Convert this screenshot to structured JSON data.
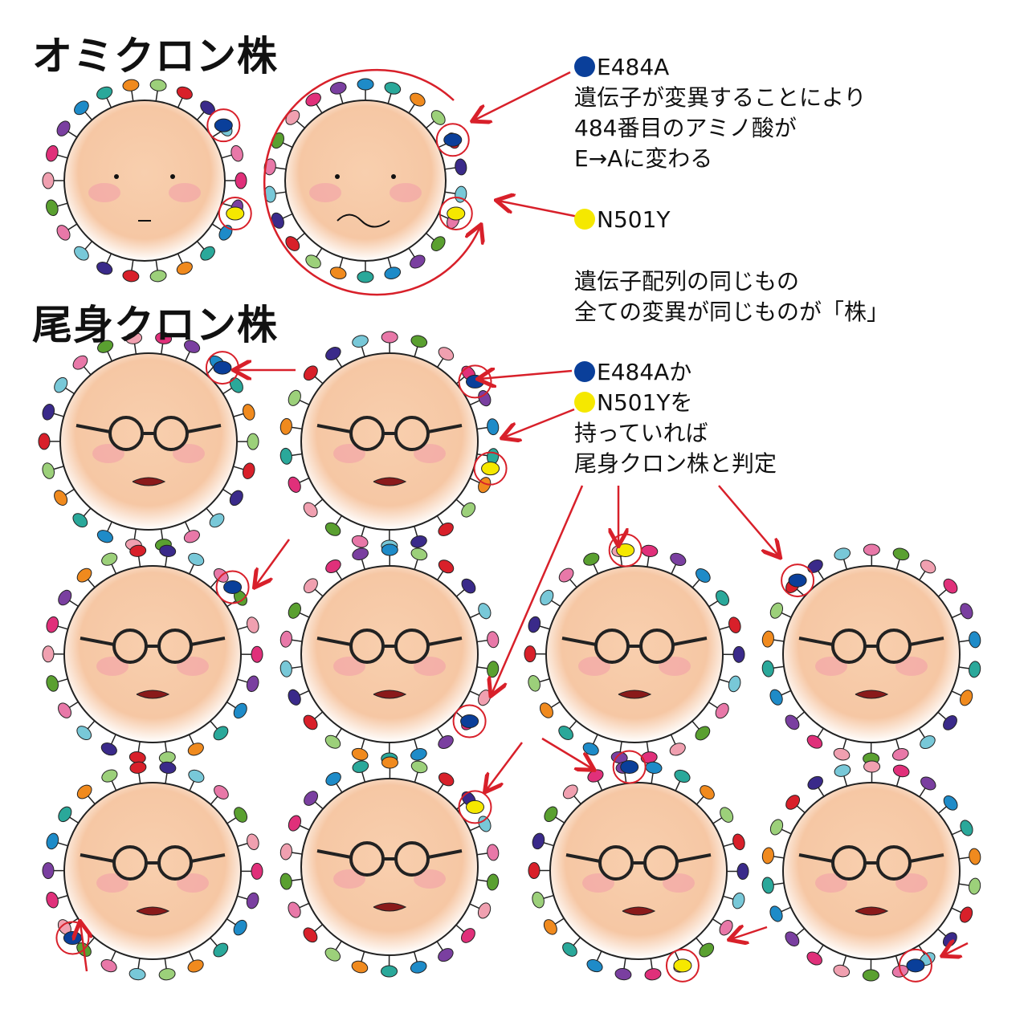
{
  "titles": {
    "omicron": "オミクロン株",
    "omi_clone": "尾身クロン株"
  },
  "legend_e484a": {
    "label": "E484A",
    "lines": [
      "遺伝子が変異することにより",
      "484番目のアミノ酸が",
      "E→Aに変わる"
    ],
    "color": "#0a3f9a"
  },
  "legend_n501y": {
    "label": "N501Y",
    "color": "#f5e800"
  },
  "definition": {
    "lines": [
      "遺伝子配列の同じもの",
      "全ての変異が同じものが「株」"
    ]
  },
  "rule": {
    "line1": "E484Aか",
    "line2": "N501Yを",
    "line3": "持っていれば",
    "line4": "尾身クロン株と判定"
  },
  "colors": {
    "arrow": "#d8202a",
    "skin": "#f6c7a4",
    "blush": "#f2a0a8",
    "spikes": [
      "#e0307a",
      "#7a3fa0",
      "#1e8bc8",
      "#2aa89a",
      "#f08a1e",
      "#9cd07a",
      "#d8202a",
      "#3a2a8a",
      "#78c8d8",
      "#e878a8",
      "#5aa030",
      "#f0a0b0"
    ]
  }
}
